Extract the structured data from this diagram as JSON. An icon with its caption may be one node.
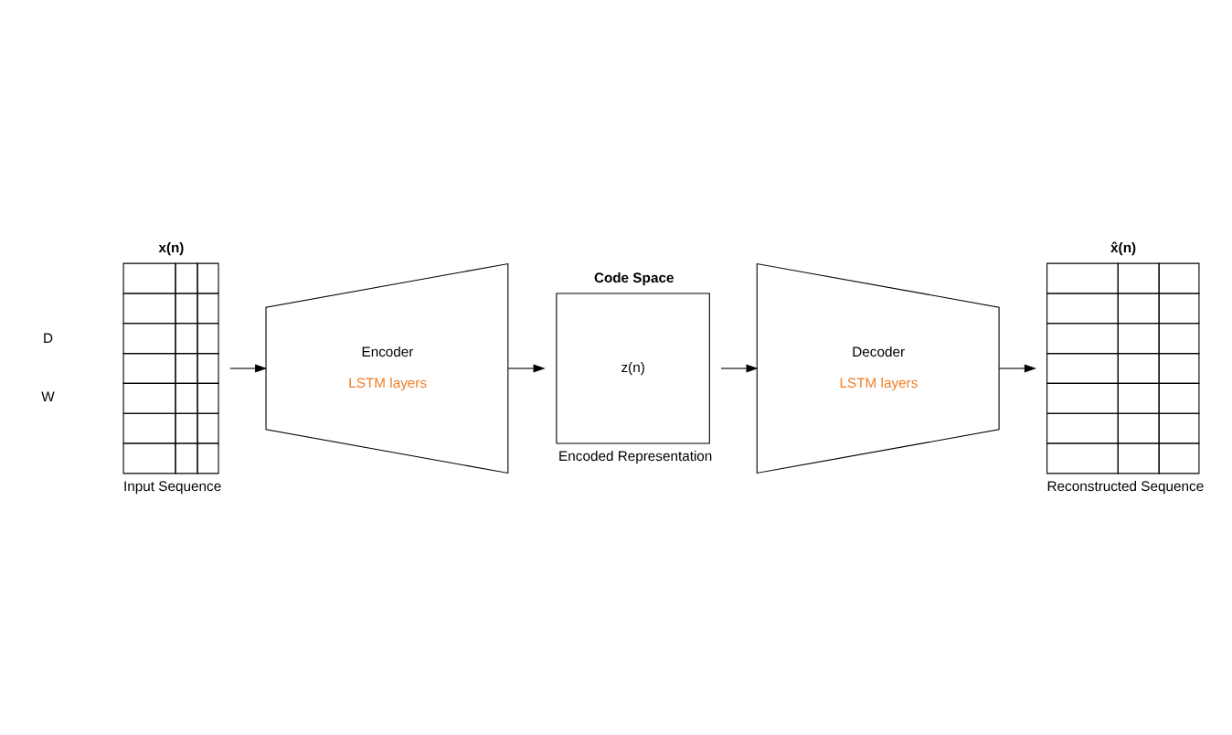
{
  "diagram": {
    "nodes": [
      {
        "text": [
          "x(n)"
        ],
        "beside": [
          "Input Sequence"
        ]
      },
      {
        "text": [
          "Encoder",
          "LSTM layers"
        ]
      },
      {
        "text": [
          "Code Space",
          "z(n)"
        ],
        "beside": [
          "Encoded Representation"
        ]
      },
      {
        "text": [
          "Decoder",
          "LSTM layers"
        ]
      },
      {
        "text": [
          "x̂(n)"
        ],
        "beside": [
          "Reconstructed Sequence"
        ]
      }
    ],
    "edges": [
      {
        "from": 0,
        "to": 1,
        "arrow": "to"
      },
      {
        "from": 1,
        "to": 2,
        "arrow": "to"
      },
      {
        "from": 2,
        "to": 3,
        "arrow": "to"
      },
      {
        "from": 3,
        "to": 4,
        "arrow": "to"
      }
    ],
    "labels": [
      "D",
      "W"
    ]
  }
}
